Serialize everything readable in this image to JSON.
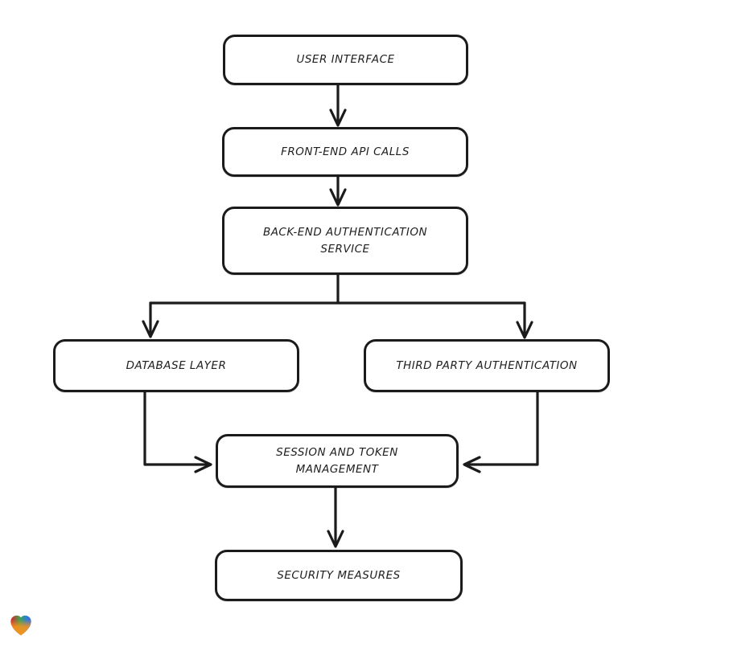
{
  "diagram": {
    "type": "flowchart",
    "style": "hand-drawn",
    "background": "#ffffff",
    "stroke_color": "#1b1b1b",
    "node_fill": "#ffffff",
    "nodes": [
      {
        "id": "user-interface",
        "label": "USER INTERFACE"
      },
      {
        "id": "front-end-api-calls",
        "label": "FRONT-END API CALLS"
      },
      {
        "id": "back-end-auth-service",
        "label": "BACK-END AUTHENTICATION\nSERVICE"
      },
      {
        "id": "database-layer",
        "label": "DATABASE LAYER"
      },
      {
        "id": "third-party-auth",
        "label": "THIRD PARTY AUTHENTICATION"
      },
      {
        "id": "session-token-mgmt",
        "label": "SESSION AND TOKEN\nMANAGEMENT"
      },
      {
        "id": "security-measures",
        "label": "SECURITY MEASURES"
      }
    ],
    "edges": [
      {
        "from": "user-interface",
        "to": "front-end-api-calls"
      },
      {
        "from": "front-end-api-calls",
        "to": "back-end-auth-service"
      },
      {
        "from": "back-end-auth-service",
        "to": "database-layer"
      },
      {
        "from": "back-end-auth-service",
        "to": "third-party-auth"
      },
      {
        "from": "database-layer",
        "to": "session-token-mgmt"
      },
      {
        "from": "third-party-auth",
        "to": "session-token-mgmt"
      },
      {
        "from": "session-token-mgmt",
        "to": "security-measures"
      }
    ],
    "logo": {
      "name": "gradient-heart",
      "colors": [
        "#e01f2f",
        "#3fa34d",
        "#2e7ce0",
        "#f7941d"
      ]
    }
  }
}
